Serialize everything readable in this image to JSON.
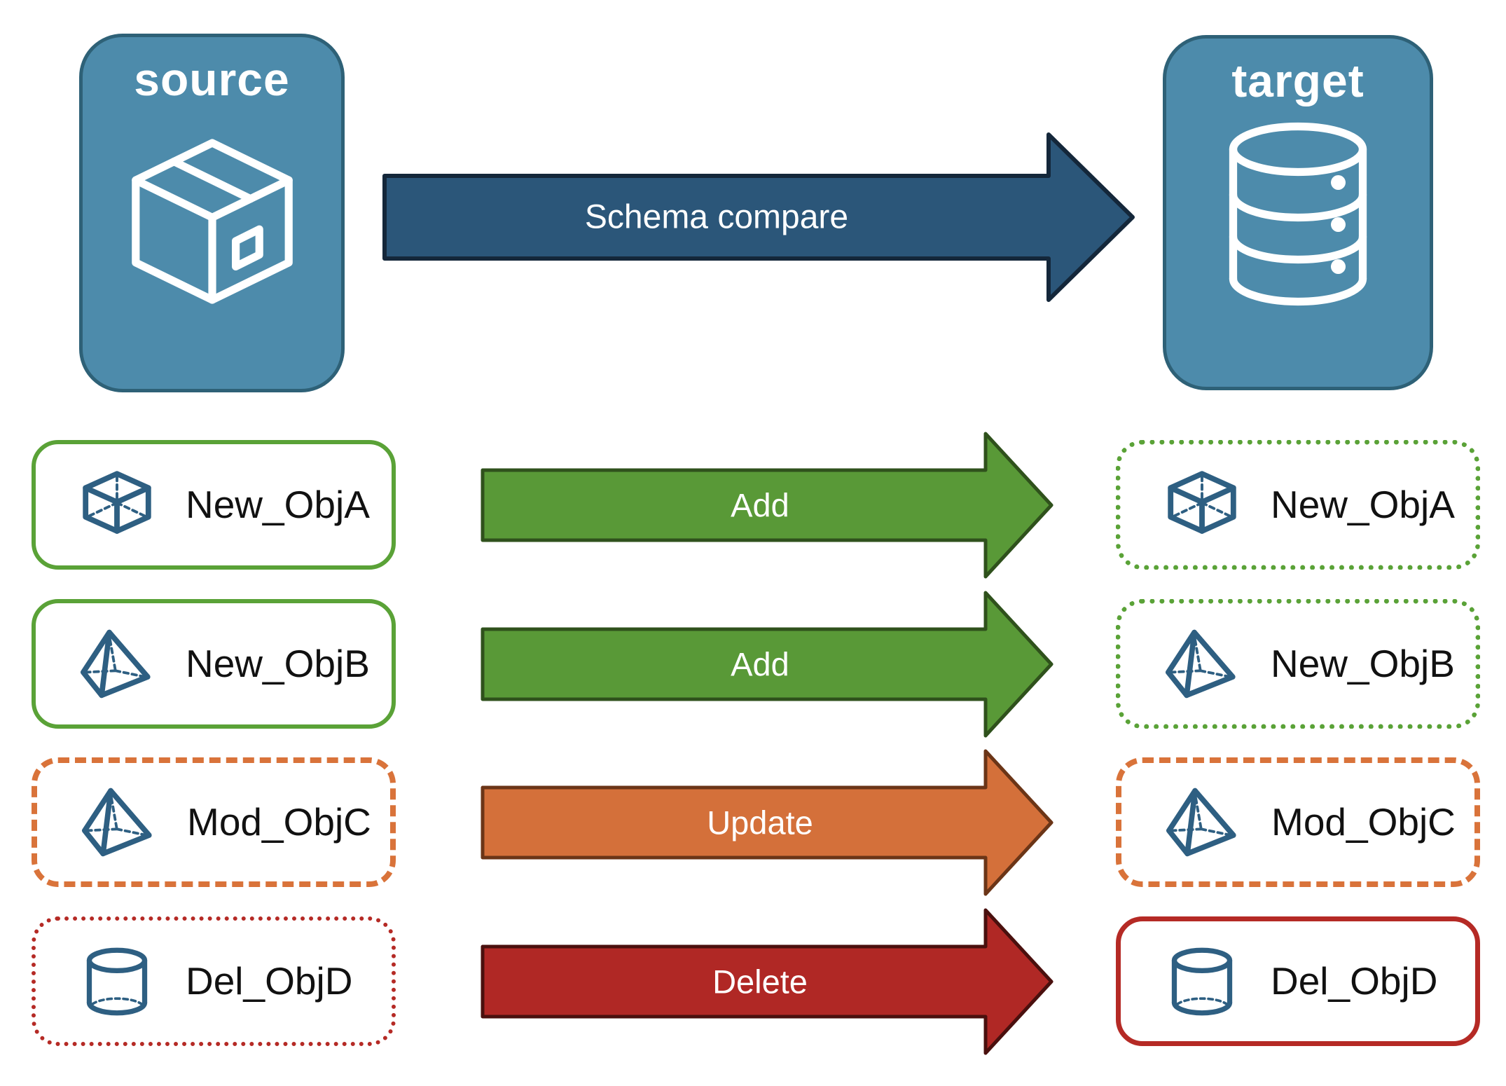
{
  "title": "Schema compare diagram",
  "nodes": {
    "source": {
      "label": "source",
      "icon": "package-icon"
    },
    "target": {
      "label": "target",
      "icon": "database-icon"
    }
  },
  "schema_arrow": {
    "label": "Schema compare"
  },
  "rows": [
    {
      "left": {
        "label": "New_ObjA",
        "icon": "cube-icon",
        "border_style": "solid-green"
      },
      "arrow": {
        "label": "Add",
        "color_name": "green"
      },
      "right": {
        "label": "New_ObjA",
        "icon": "cube-icon",
        "border_style": "dotted-green"
      }
    },
    {
      "left": {
        "label": "New_ObjB",
        "icon": "pyramid-icon",
        "border_style": "solid-green"
      },
      "arrow": {
        "label": "Add",
        "color_name": "green"
      },
      "right": {
        "label": "New_ObjB",
        "icon": "pyramid-icon",
        "border_style": "dotted-green"
      }
    },
    {
      "left": {
        "label": "Mod_ObjC",
        "icon": "pyramid-icon",
        "border_style": "dashed-orange"
      },
      "arrow": {
        "label": "Update",
        "color_name": "orange"
      },
      "right": {
        "label": "Mod_ObjC",
        "icon": "pyramid-icon",
        "border_style": "dashed-orange"
      }
    },
    {
      "left": {
        "label": "Del_ObjD",
        "icon": "cylinder-icon",
        "border_style": "dotted-red"
      },
      "arrow": {
        "label": "Delete",
        "color_name": "red"
      },
      "right": {
        "label": "Del_ObjD",
        "icon": "cylinder-icon",
        "border_style": "solid-red"
      }
    }
  ],
  "colors": {
    "node_fill": "#4d8bab",
    "node_border": "#2e6177",
    "schema_arrow_fill": "#2b5679",
    "schema_arrow_border": "#14273a",
    "green_arrow_fill": "#599937",
    "green_arrow_border": "#2f511c",
    "orange_arrow_fill": "#d4703a",
    "orange_arrow_border": "#6b3517",
    "red_arrow_fill": "#b02825",
    "red_arrow_border": "#4a100e",
    "green_card_border": "#5aa237",
    "orange_card_border": "#d9733a",
    "red_card_border": "#b52a25",
    "object_icon_color": "#2e5f82",
    "card_text": "#111111",
    "arrow_text": "#ffffff"
  }
}
